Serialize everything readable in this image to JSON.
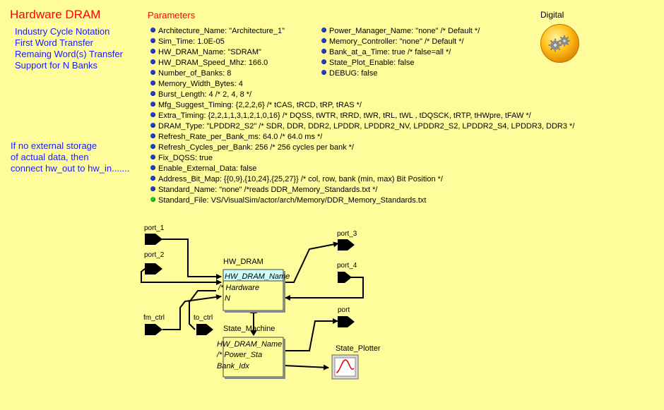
{
  "title": "Hardware DRAM",
  "notes": [
    "Industry Cycle Notation",
    "First Word Transfer",
    "Remaing Word(s) Transfer",
    "Support for N Banks"
  ],
  "storage_note": [
    "If no external storage",
    "of actual data, then",
    "connect hw_out to hw_in......."
  ],
  "parameters_title": "Parameters",
  "parameters_left": [
    "Architecture_Name: \"Architecture_1\"",
    "Sim_Time: 1.0E-05",
    "HW_DRAM_Name: \"SDRAM\"",
    "HW_DRAM_Speed_Mhz: 166.0",
    "Number_of_Banks: 8",
    "Memory_Width_Bytes: 4",
    "Burst_Length: 4 /* 2, 4, 8 */",
    "Mfg_Suggest_Timing: {2,2,2,6} /* tCAS, tRCD, tRP, tRAS */",
    "Extra_Timing: {2,2,1,1,3,1,2,1,0,16} /* DQSS, tWTR, tRRD, tWR, tRL, tWL , tDQSCK, tRTP, tHWpre, tFAW */",
    "DRAM_Type: \"LPDDR2_S2\" /* SDR, DDR, DDR2, LPDDR, LPDDR2_NV, LPDDR2_S2, LPDDR2_S4, LPDDR3, DDR3 */",
    "Refresh_Rate_per_Bank_ms: 64.0 /* 64.0 ms */",
    "Refresh_Cycles_per_Bank: 256 /* 256 cycles per bank */",
    "Fix_DQSS: true",
    "Enable_External_Data: false",
    "Address_Bit_Map: {{0,9},{10,24},{25,27}}  /* col, row, bank (min, max) Bit Position */",
    "Standard_Name: \"none\" /*reads DDR_Memory_Standards.txt */",
    "Standard_File: VS/VisualSim/actor/arch/Memory/DDR_Memory_Standards.txt"
  ],
  "parameters_right": [
    "Power_Manager_Name: \"none\"  /* Default */",
    "Memory_Controller: \"none\"  /* Default */",
    "Bank_at_a_Time: true  /* false=all */",
    "State_Plot_Enable: false",
    "DEBUG: false"
  ],
  "digital_label": "Digital",
  "diagram": {
    "ports": {
      "port_1": "port_1",
      "port_2": "port_2",
      "port_3": "port_3",
      "port_4": "port_4",
      "fm_ctrl": "fm_ctrl",
      "to_ctrl": "to_ctrl",
      "port": "port"
    },
    "hw_dram": {
      "title": "HW_DRAM",
      "lines": [
        "HW_DRAM_Name",
        "/* Hardware",
        "N"
      ]
    },
    "state_machine": {
      "title": "State_Machine",
      "lines": [
        "HW_DRAM_Name",
        "/* Power_Sta",
        "Bank_Idx"
      ]
    },
    "state_plotter": "State_Plotter"
  },
  "colors": {
    "background": "#fffd9b",
    "title": "#ff0000",
    "notes": "#1a1aff",
    "block_fill": "#ffff99",
    "block_header": "#ccffff"
  }
}
